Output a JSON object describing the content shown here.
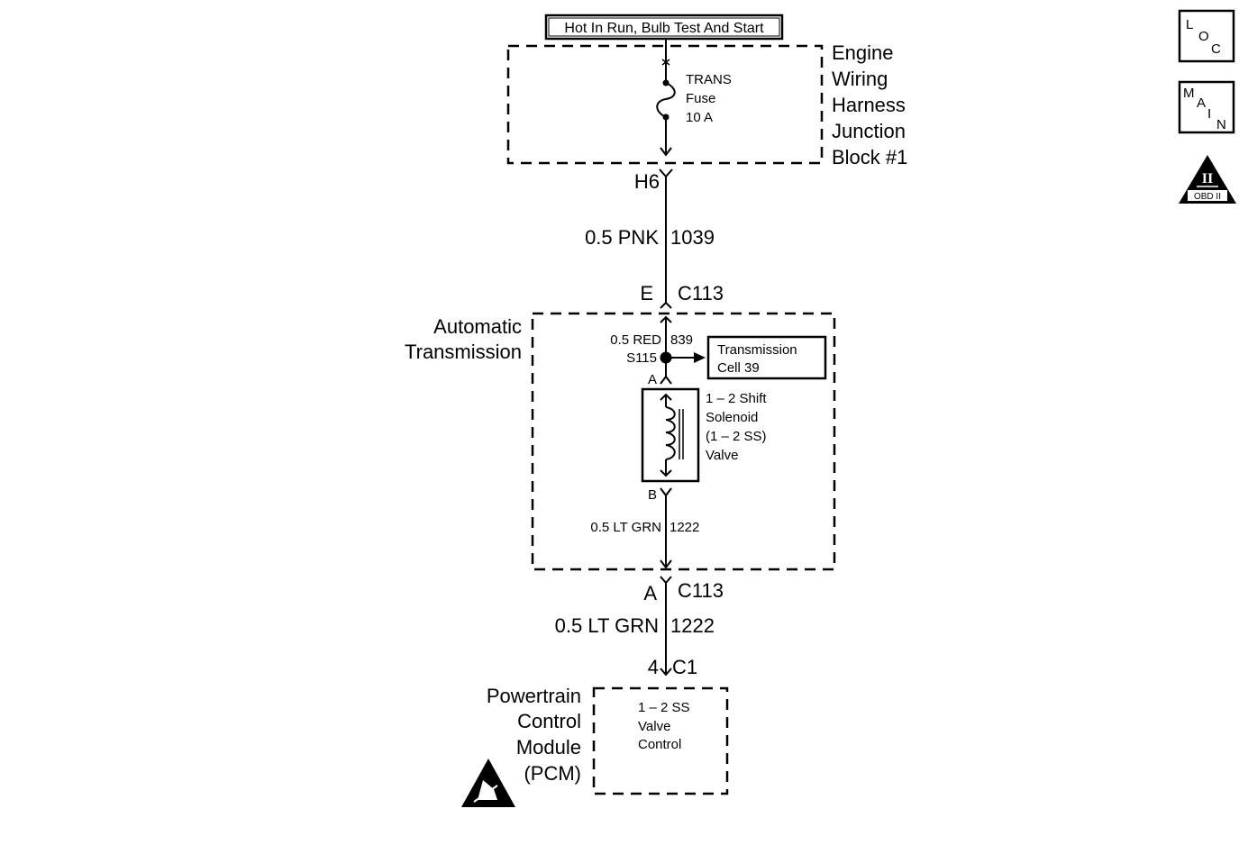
{
  "power": {
    "label": "Hot In Run, Bulb Test And Start"
  },
  "junction_block": {
    "name": [
      "Engine",
      "Wiring",
      "Harness",
      "Junction",
      "Block #1"
    ],
    "fuse": [
      "TRANS",
      "Fuse",
      "10 A"
    ],
    "pin": "H6"
  },
  "wire_top": {
    "gauge_color": "0.5 PNK",
    "circuit": "1039"
  },
  "c113_top": {
    "pin": "E",
    "connector": "C113"
  },
  "transmission": {
    "name": [
      "Automatic",
      "Transmission"
    ],
    "wire_red": {
      "gauge_color": "0.5 RED",
      "circuit": "839"
    },
    "splice": "S115",
    "ref_box": [
      "Transmission",
      "Cell 39"
    ],
    "pin_a": "A",
    "pin_b": "B",
    "solenoid": [
      "1 – 2 Shift",
      "Solenoid",
      "(1 – 2 SS)",
      "Valve"
    ],
    "wire_inner": {
      "gauge_color": "0.5 LT GRN",
      "circuit": "1222"
    }
  },
  "c113_bottom": {
    "pin": "A",
    "connector": "C113"
  },
  "wire_bottom": {
    "gauge_color": "0.5 LT GRN",
    "circuit": "1222"
  },
  "c1": {
    "pin": "4",
    "connector": "C1"
  },
  "pcm": {
    "name": [
      "Powertrain",
      "Control",
      "Module",
      "(PCM)"
    ],
    "function": [
      "1 – 2 SS",
      "Valve",
      "Control"
    ]
  },
  "side_icons": {
    "loc": [
      "L",
      "O",
      "C"
    ],
    "main": [
      "M",
      "A",
      "I",
      "N"
    ],
    "obd": {
      "numeral": "II",
      "label": "OBD II"
    }
  }
}
